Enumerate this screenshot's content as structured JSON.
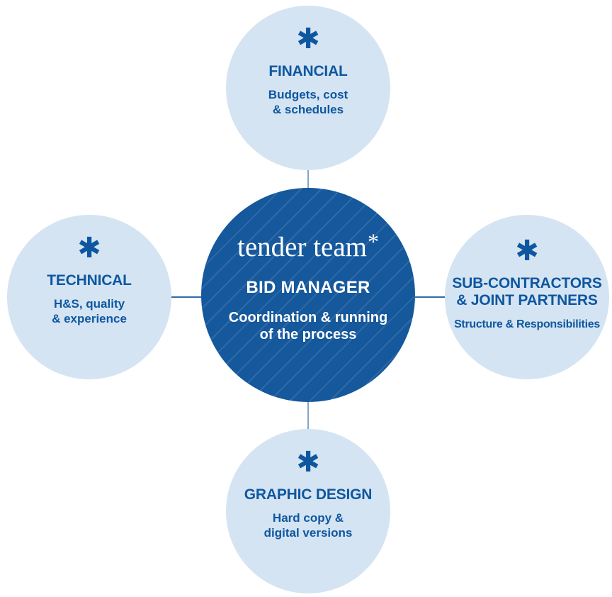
{
  "diagram": {
    "asterisk_glyph": "✱",
    "center": {
      "logo_text": "tender team",
      "logo_asterisk": "*",
      "role": "BID MANAGER",
      "description": "Coordination & running\nof the process"
    },
    "nodes": [
      {
        "id": "financial",
        "position": "top",
        "title": "FINANCIAL",
        "subtitle": "Budgets, cost\n& schedules"
      },
      {
        "id": "technical",
        "position": "left",
        "title": "TECHNICAL",
        "subtitle": "H&S, quality\n& experience"
      },
      {
        "id": "sub-contractors",
        "position": "right",
        "title": "SUB-CONTRACTORS\n& JOINT PARTNERS",
        "subtitle": "Structure & Responsibilities"
      },
      {
        "id": "graphic-design",
        "position": "bottom",
        "title": "GRAPHIC DESIGN",
        "subtitle": "Hard copy &\ndigital versions"
      }
    ],
    "colors": {
      "background": "#ffffff",
      "satellite_fill": "#d5e4f2",
      "center_fill": "#15589c",
      "center_stripe": "rgba(255,255,255,0.11)",
      "text_blue": "#0e57a0",
      "center_text": "#ffffff",
      "connector_horizontal": "#2e6cac",
      "connector_vertical": "#7fa6cb"
    }
  }
}
